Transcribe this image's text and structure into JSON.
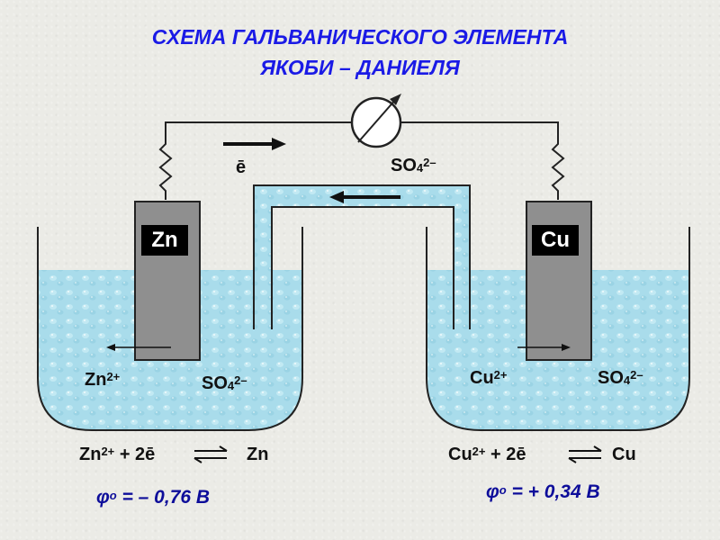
{
  "title": {
    "line1": "СХЕМА ГАЛЬВАНИЧЕСКОГО ЭЛЕМЕНТА",
    "line2": "ЯКОБИ – ДАНИЕЛЯ"
  },
  "electrodes": {
    "left": "Zn",
    "right": "Cu"
  },
  "electron_label": "ē",
  "bridge_ion": {
    "base": "SO",
    "sub": "4",
    "sup": "2–"
  },
  "left_beaker": {
    "cation": {
      "base": "Zn",
      "sup": "2+"
    },
    "anion": {
      "base": "SO",
      "sub": "4",
      "sup": "2–"
    }
  },
  "right_beaker": {
    "cation": {
      "base": "Cu",
      "sup": "2+"
    },
    "anion": {
      "base": "SO",
      "sub": "4",
      "sup": "2–"
    }
  },
  "equations": {
    "left": {
      "ion": "Zn",
      "charge": "2+",
      "rest": " + 2ē",
      "product": "Zn"
    },
    "right": {
      "ion": "Cu",
      "charge": "2+",
      "rest": " + 2ē",
      "product": "Cu"
    }
  },
  "potentials": {
    "left": {
      "symbol": "φ",
      "sup": "o",
      "value": " = – 0,76 В"
    },
    "right": {
      "symbol": "φ",
      "sup": "o",
      "value": " = + 0,34 В"
    }
  },
  "colors": {
    "title": "#1a1ae6",
    "solution": "#a9dceb",
    "electrode": "#8f8f8f",
    "potential_text": "#0d0d9a"
  }
}
